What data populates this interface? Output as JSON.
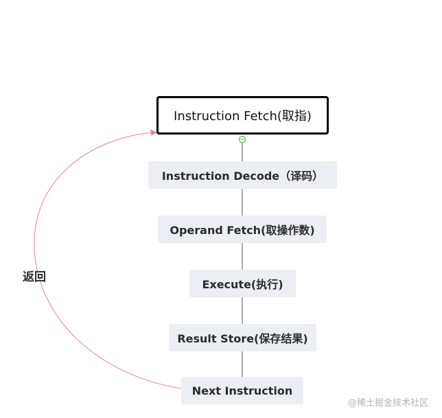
{
  "diagram": {
    "root": {
      "label": "Instruction Fetch(取指)"
    },
    "steps": [
      {
        "label": "Instruction  Decode（译码）"
      },
      {
        "label": "Operand Fetch(取操作数)"
      },
      {
        "label": "Execute(执行)"
      },
      {
        "label": "Result Store(保存结果)"
      },
      {
        "label": "Next Instruction"
      }
    ],
    "return_label": "返回",
    "connector_color": "#555555",
    "arrow_color": "#e0888d",
    "collapse_toggle_color": "#6aa84f"
  },
  "watermark": "@稀土掘金技术社区"
}
